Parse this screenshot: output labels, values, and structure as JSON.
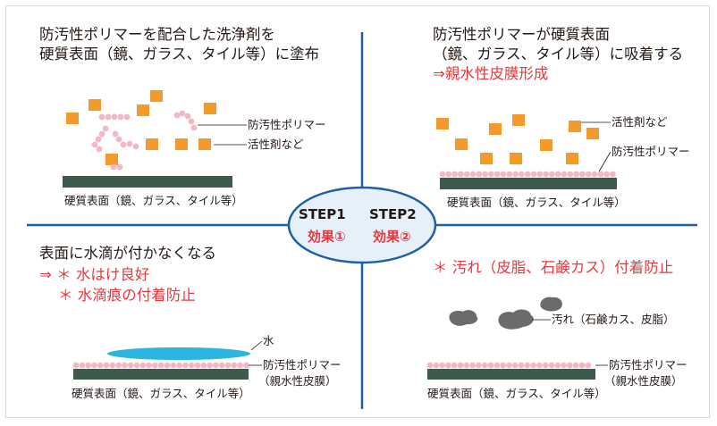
{
  "q1": {
    "title_line1": "防汚性ポリマーを配合した洗浄剤を",
    "title_line2": "硬質表面（鏡、ガラス、タイル等）に塗布",
    "label_polymer": "防汚性ポリマー",
    "label_surfactant": "活性剤など",
    "surface_caption": "硬質表面（鏡、ガラス、タイル等）"
  },
  "q2": {
    "title_line1": "防汚性ポリマーが硬質表面",
    "title_line2": "（鏡、ガラス、タイル等）に吸着する",
    "result": "⇒親水性皮膜形成",
    "label_surfactant": "活性剤など",
    "label_polymer": "防汚性ポリマー",
    "surface_caption": "硬質表面（鏡、ガラス、タイル等）"
  },
  "q3": {
    "title": "表面に水滴が付かなくなる",
    "effect1": "⇒ ＊ 水はけ良好",
    "effect2": "＊ 水滴痕の付着防止",
    "label_water": "水",
    "label_polymer_line1": "防汚性ポリマー",
    "label_polymer_line2": "（親水性皮膜）",
    "surface_caption": "硬質表面（鏡、ガラス、タイル等）"
  },
  "q4": {
    "effect": "＊ 汚れ（皮脂、石鹸カス）付着防止",
    "label_dirt": "汚れ（石鹸カス、皮脂）",
    "label_polymer_line1": "防汚性ポリマー",
    "label_polymer_line2": "（親水性皮膜）",
    "surface_caption": "硬質表面（鏡、ガラス、タイル等）"
  },
  "center": {
    "step1": "STEP1",
    "step2": "STEP2",
    "effect1": "効果①",
    "effect2": "効果②"
  },
  "colors": {
    "axis": "#1f5fa8",
    "surface": "#3d5a4c",
    "polymer_bead": "#f2b8c6",
    "surfactant": "#f39a2a",
    "water": "#2bb5e0",
    "dirt": "#6b6b6b",
    "red_text": "#e8383d",
    "ellipse_fill": "#e6f0f8"
  }
}
